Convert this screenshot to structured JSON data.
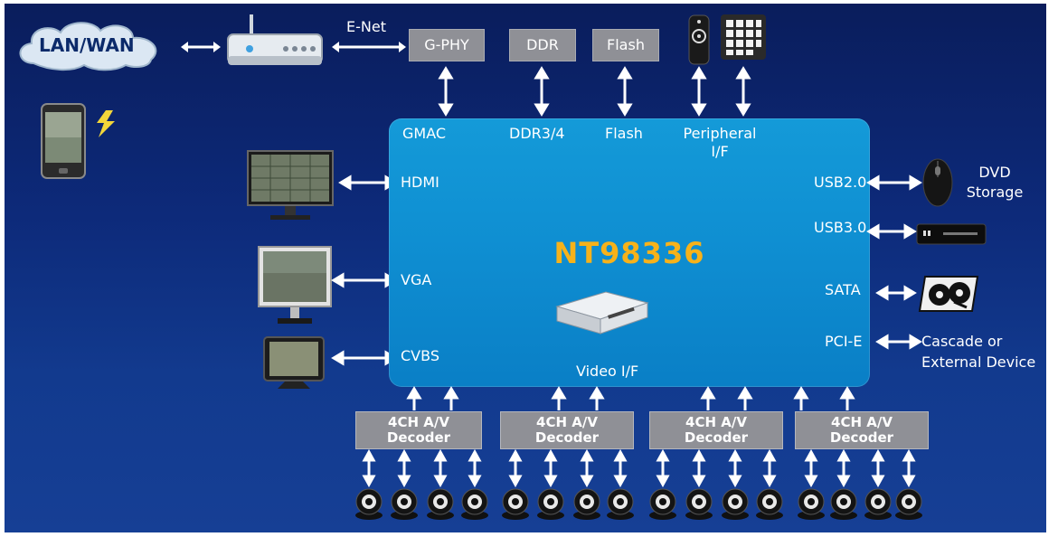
{
  "chip": {
    "name": "NT98336",
    "video_if": "Video I/F"
  },
  "network": {
    "cloud_label": "LAN/WAN",
    "link_label": "E-Net"
  },
  "top_blocks": {
    "gphy": "G-PHY",
    "ddr": "DDR",
    "flash": "Flash"
  },
  "top_interfaces": {
    "gmac": "GMAC",
    "ddr": "DDR3/4",
    "flash": "Flash",
    "peripheral_line1": "Peripheral",
    "peripheral_line2": "I/F"
  },
  "left_interfaces": {
    "hdmi": "HDMI",
    "vga": "VGA",
    "cvbs": "CVBS"
  },
  "right_interfaces": {
    "usb2": "USB2.0",
    "usb3": "USB3.0",
    "sata": "SATA",
    "pcie": "PCI-E"
  },
  "right_devices": {
    "dvd_line1": "DVD",
    "dvd_line2": "Storage",
    "cascade_line1": "Cascade or",
    "cascade_line2": "External Device"
  },
  "decoders": [
    {
      "line1": "4CH A/V",
      "line2": "Decoder"
    },
    {
      "line1": "4CH A/V",
      "line2": "Decoder"
    },
    {
      "line1": "4CH A/V",
      "line2": "Decoder"
    },
    {
      "line1": "4CH A/V",
      "line2": "Decoder"
    }
  ],
  "colors": {
    "background": "#0d2a7a",
    "chip": "#0f8fd2",
    "chip_title": "#f7b21a",
    "block": "#8f9096",
    "text": "#ffffff"
  }
}
